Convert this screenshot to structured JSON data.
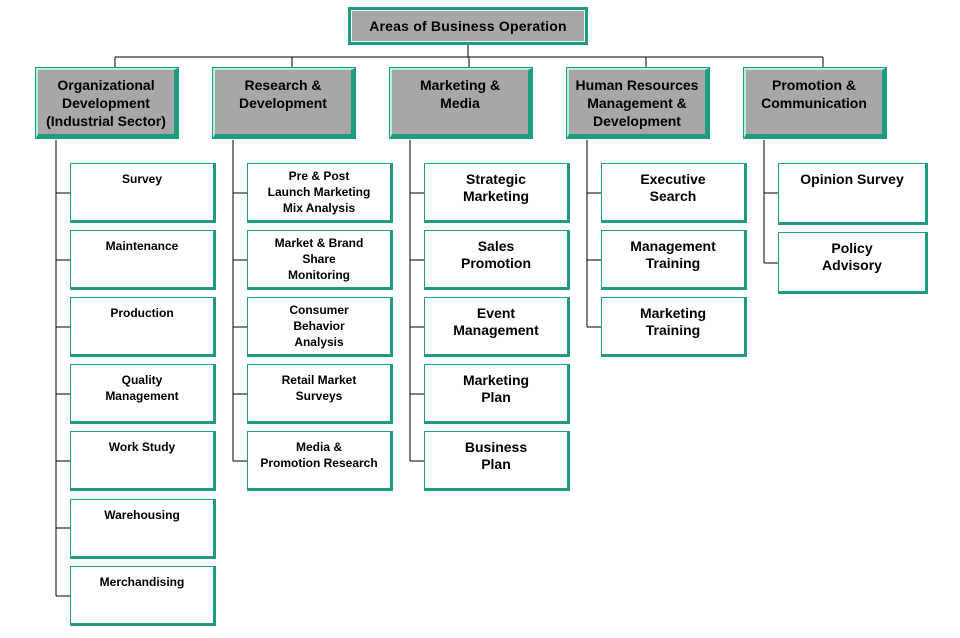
{
  "root": {
    "label": "Areas of Business Operation"
  },
  "departments": [
    {
      "label": "Organizational\nDevelopment\n(Industrial Sector)",
      "children": [
        "Survey",
        "Maintenance",
        "Production",
        "Quality\nManagement",
        "Work Study",
        "Warehousing",
        "Merchandising"
      ]
    },
    {
      "label": "Research &\nDevelopment",
      "children": [
        "Pre & Post\nLaunch Marketing\nMix Analysis",
        "Market & Brand\nShare\nMonitoring",
        "Consumer\nBehavior\nAnalysis",
        "Retail Market\nSurveys",
        "Media &\nPromotion Research"
      ]
    },
    {
      "label": "Marketing &\nMedia",
      "children": [
        "Strategic\nMarketing",
        "Sales\nPromotion",
        "Event\nManagement",
        "Marketing\nPlan",
        "Business\nPlan"
      ]
    },
    {
      "label": "Human Resources\nManagement &\nDevelopment",
      "children": [
        "Executive\nSearch",
        "Management\nTraining",
        "Marketing\nTraining"
      ]
    },
    {
      "label": "Promotion &\nCommunication",
      "children": [
        "Opinion Survey",
        "Policy\nAdvisory"
      ]
    }
  ],
  "colors": {
    "accent": "#1e9b80",
    "box_fill": "#a7a7a7",
    "line": "#000000",
    "child_fill": "#ffffff"
  }
}
